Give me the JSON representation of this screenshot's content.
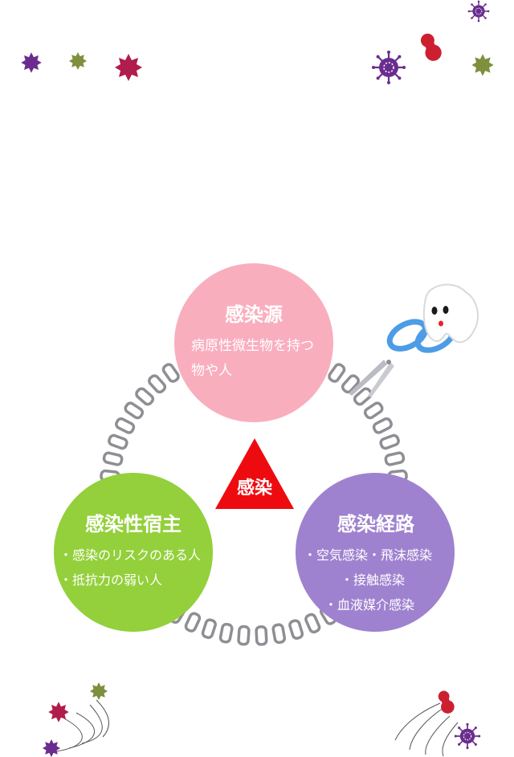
{
  "center": {
    "label": "感染"
  },
  "source": {
    "title": "感染源",
    "lines": [
      "病原性微生物を持つ",
      "物や人"
    ],
    "color": "#f9aebe"
  },
  "route": {
    "title": "感染経路",
    "lines": [
      "・空気感染・飛沫感染",
      "・接触感染",
      "・血液媒介感染"
    ],
    "color": "#9f82cf"
  },
  "host": {
    "title": "感染性宿主",
    "lines": [
      "・感染のリスクのある人",
      "・抵抗力の弱い人"
    ],
    "color": "#93d03b"
  },
  "colors": {
    "triangle": "#ee0b10",
    "chain": "#8e8e94",
    "scissors": "#4d9ce6",
    "germ_purple": "#6a2d8f",
    "germ_green": "#7e8f3d",
    "germ_red": "#b01c4c",
    "germ_crimson": "#cc2030"
  },
  "icons": [
    "tooth-mascot-icon",
    "scissors-icon",
    "germ-icon"
  ]
}
